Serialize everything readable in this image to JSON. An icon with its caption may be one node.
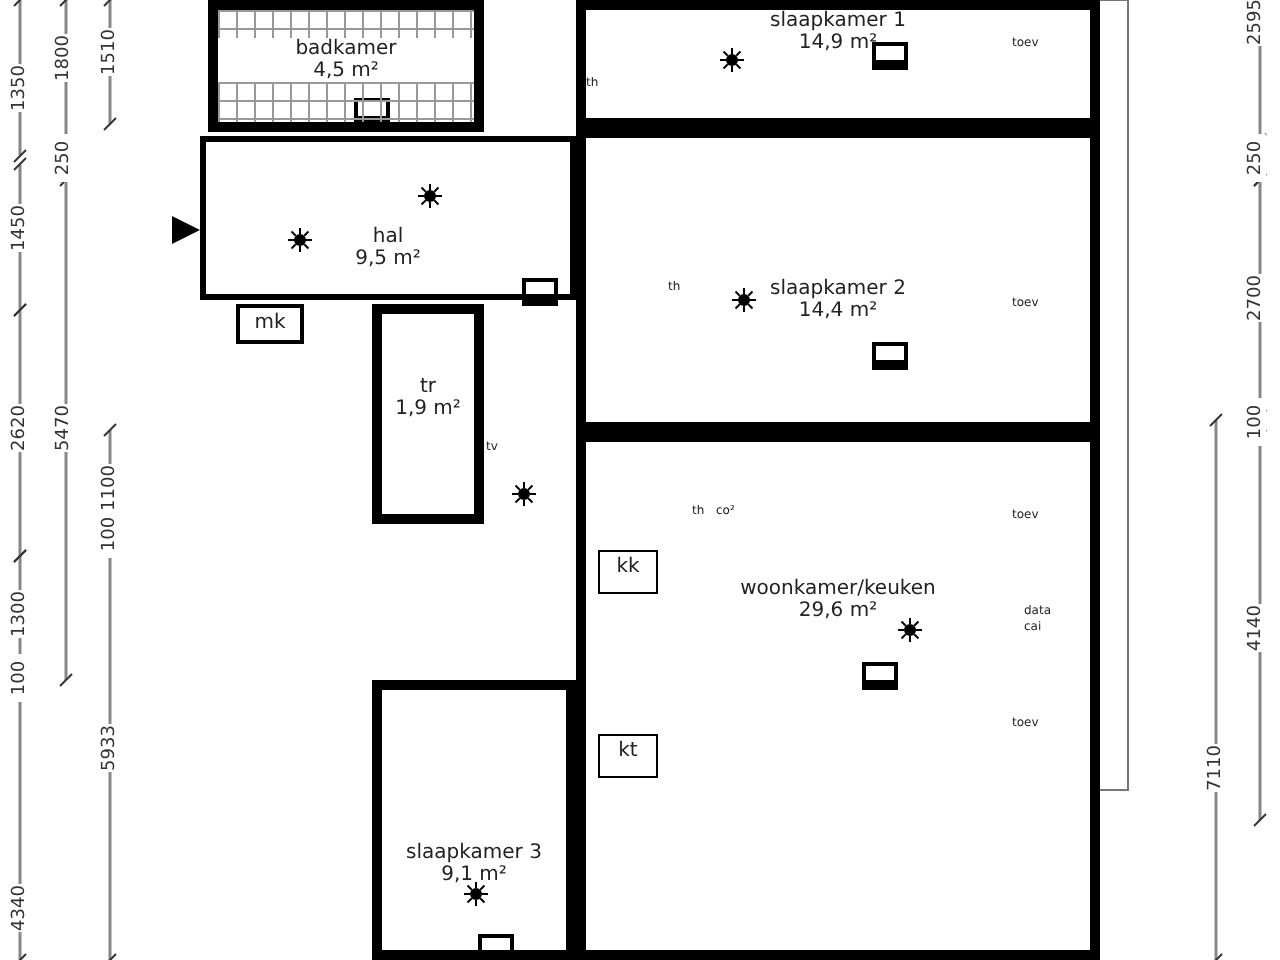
{
  "diagram": {
    "nodes": [
      {
        "text": [
          "slaapkamer 1",
          "14,9 m²"
        ]
      },
      {
        "text": [
          "badkamer",
          "4,5 m²"
        ]
      },
      {
        "text": [
          "hal",
          "9,5 m²"
        ]
      },
      {
        "text": [
          "slaapkamer 2",
          "14,4 m²"
        ]
      },
      {
        "text": [
          "mk"
        ]
      },
      {
        "text": [
          "tr",
          "1,9 m²"
        ]
      },
      {
        "text": [
          "woonkamer/keuken",
          "29,6 m²"
        ]
      },
      {
        "text": [
          "kk"
        ],
        "in": 6
      },
      {
        "text": [
          "kt"
        ],
        "in": 6
      },
      {
        "text": [
          "slaapkamer 3",
          "9,1 m²"
        ]
      }
    ],
    "edges": [],
    "labels": [
      "1800",
      "1510",
      "1350",
      "250",
      "1450",
      "5470",
      "2620",
      "1100",
      "100",
      "1300",
      "100",
      "5933",
      "4340",
      "2595",
      "250",
      "2700",
      "100",
      "4140",
      "7110",
      "th",
      "toev",
      "th",
      "toev",
      "tv",
      "th",
      "co²",
      "toev",
      "data",
      "cai",
      "toev"
    ]
  }
}
